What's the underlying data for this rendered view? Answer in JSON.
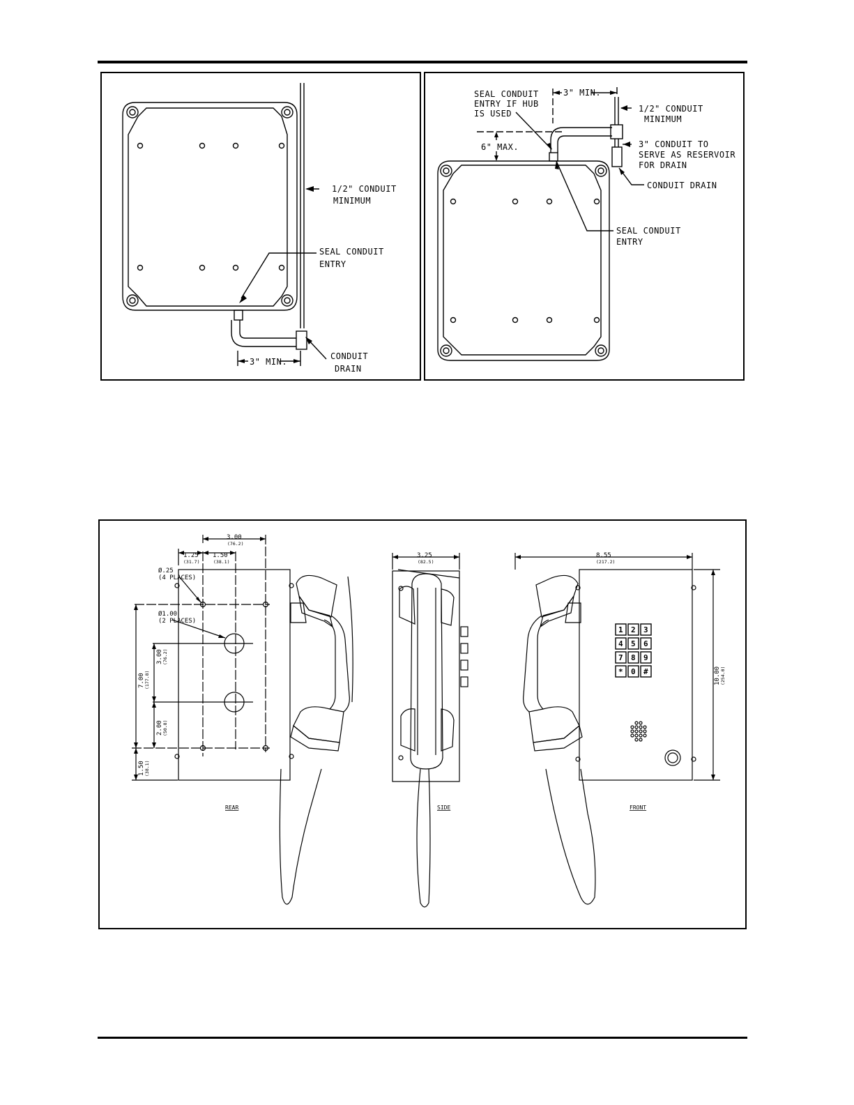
{
  "left_panel": {
    "labels": {
      "conduit_min_1": "1/2\" CONDUIT",
      "conduit_min_2": "MINIMUM",
      "seal_1": "SEAL CONDUIT",
      "seal_2": "ENTRY",
      "drain_1": "CONDUIT",
      "drain_2": "DRAIN",
      "min_dim": "3\" MIN."
    }
  },
  "right_panel": {
    "labels": {
      "hub_1": "SEAL CONDUIT",
      "hub_2": "ENTRY IF HUB",
      "hub_3": "IS USED",
      "min_dim": "3\" MIN.",
      "max_dim": "6\" MAX.",
      "conduit_min_1": "1/2\" CONDUIT",
      "conduit_min_2": "MINIMUM",
      "reservoir_1": "3\" CONDUIT TO",
      "reservoir_2": "SERVE AS RESERVOIR",
      "reservoir_3": "FOR DRAIN",
      "drain": "CONDUIT DRAIN",
      "seal_1": "SEAL CONDUIT",
      "seal_2": "ENTRY"
    }
  },
  "dimensions_panel": {
    "rear": {
      "caption": "REAR",
      "w300": "3.00",
      "w300_mm": "(76.2)",
      "w125": "1.25",
      "w125_mm": "(31.7)",
      "w150": "1.50",
      "w150_mm": "(38.1)",
      "hole25_1": "Ø.25",
      "hole25_2": "(4 PLACES)",
      "hole100_1": "Ø1.00",
      "hole100_2": "(2 PLACES)",
      "h720": "7.00",
      "h720_mm": "(177.8)",
      "h300": "3.00",
      "h300_mm": "(76.2)",
      "h200": "2.00",
      "h200_mm": "(50.8)",
      "h150": "1.50",
      "h150_mm": "(38.1)"
    },
    "side": {
      "caption": "SIDE",
      "w325": "3.25",
      "w325_mm": "(82.5)"
    },
    "front": {
      "caption": "FRONT",
      "w855": "8.55",
      "w855_mm": "(217.2)",
      "h1000": "10.00",
      "h1000_mm": "(254.0)",
      "keys": [
        "1",
        "2",
        "3",
        "4",
        "5",
        "6",
        "7",
        "8",
        "9",
        "*",
        "0",
        "#"
      ]
    }
  }
}
